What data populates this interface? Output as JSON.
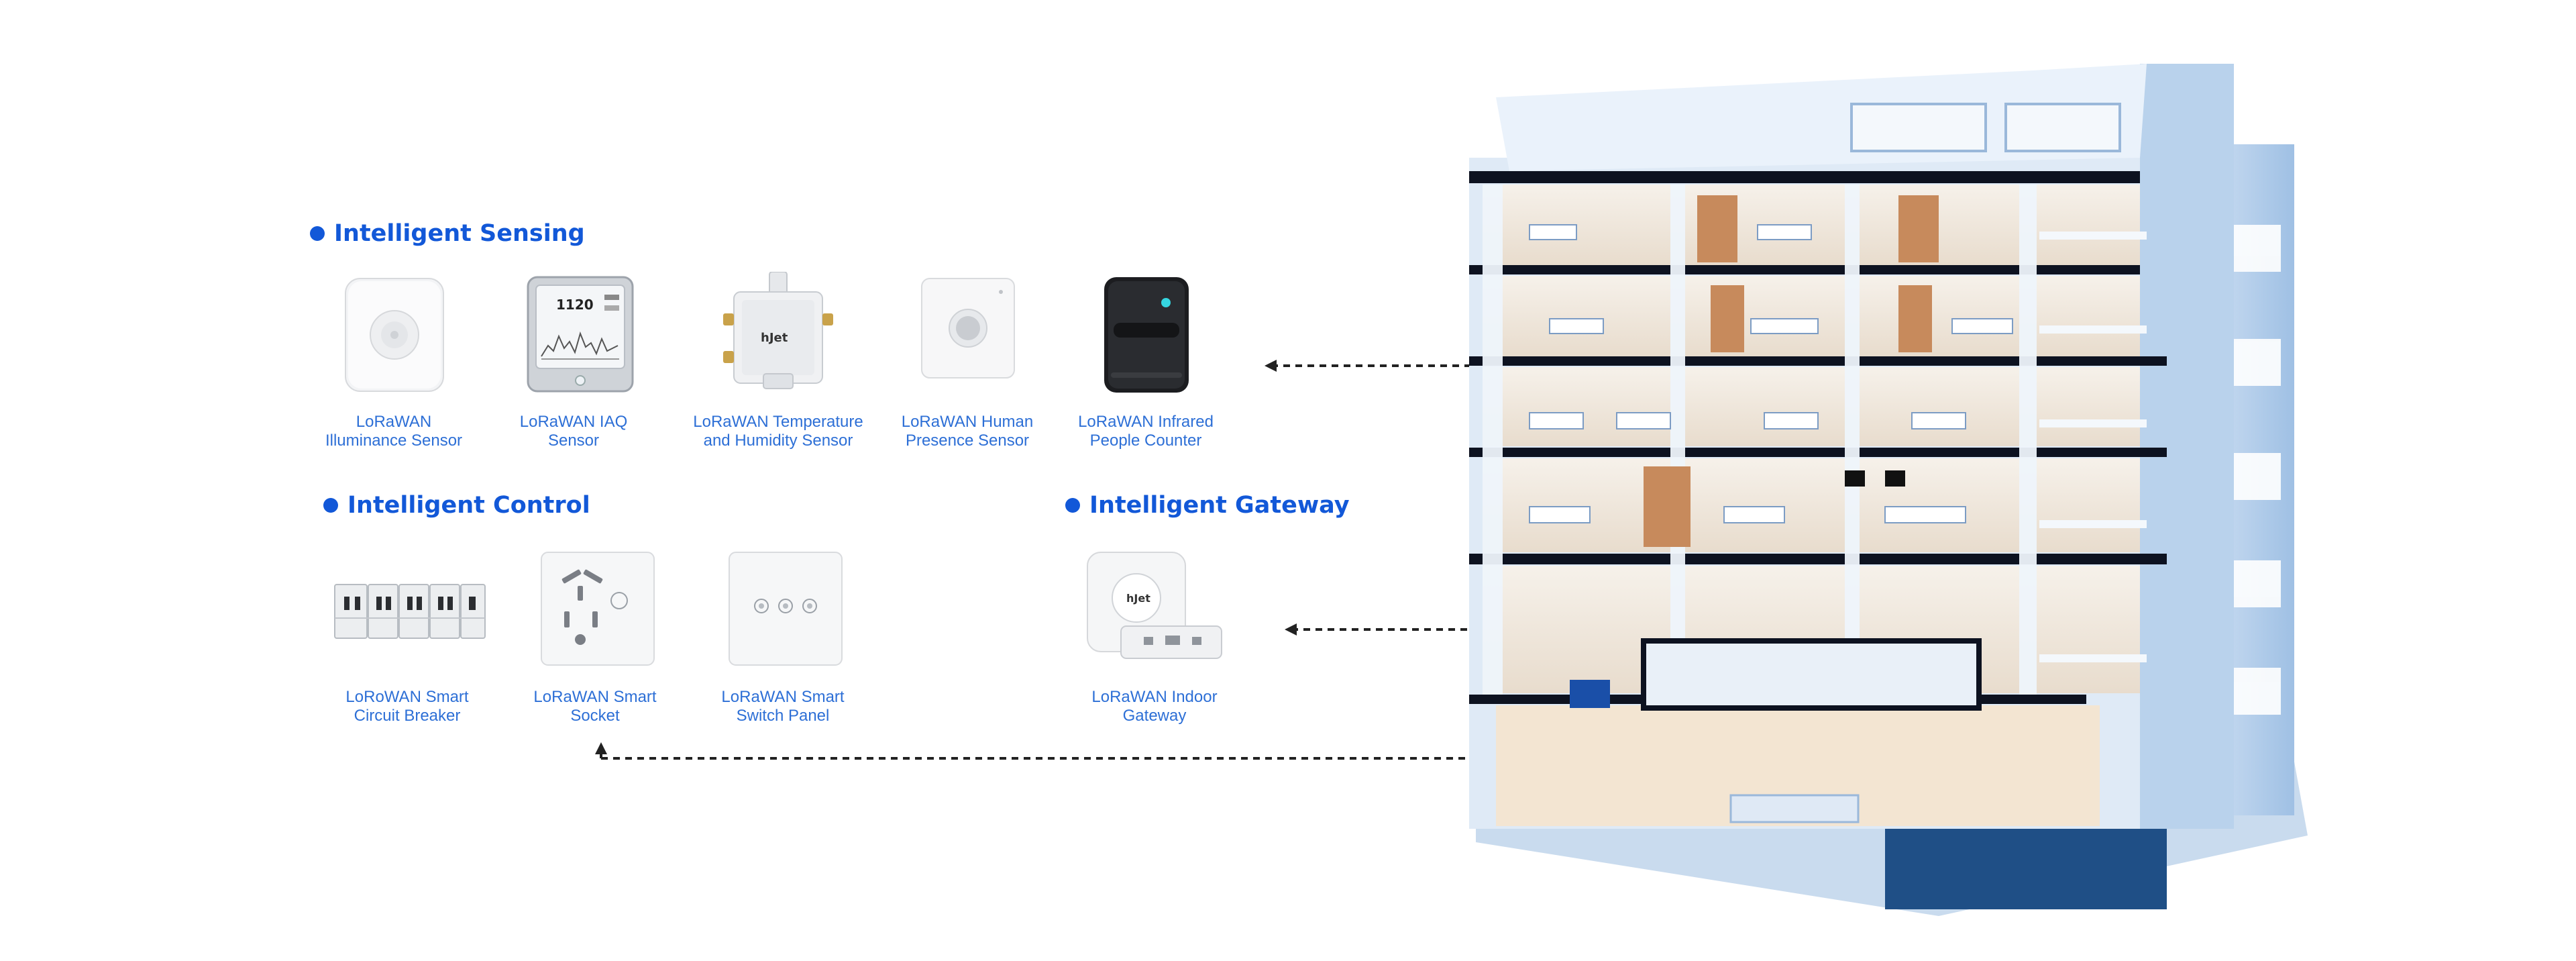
{
  "colors": {
    "accent": "#1258d8",
    "label": "#2d6fd6",
    "arrow": "#222222"
  },
  "sections": {
    "sensing": {
      "title": "Intelligent Sensing"
    },
    "control": {
      "title": "Intelligent Control"
    },
    "gateway": {
      "title": "Intelligent Gateway"
    }
  },
  "devices": {
    "illuminance": {
      "label": "LoRaWAN\nIlluminance Sensor",
      "icon": "illuminance-sensor-icon"
    },
    "iaq": {
      "label": "LoRaWAN IAQ\nSensor",
      "icon": "iaq-sensor-icon",
      "screen_value": "1120"
    },
    "temp_humidity": {
      "label": "LoRaWAN Temperature\nand Humidity Sensor",
      "icon": "temperature-humidity-sensor-icon",
      "brand": "hJet"
    },
    "presence": {
      "label": "LoRaWAN Human\nPresence Sensor",
      "icon": "presence-sensor-icon"
    },
    "people_counter": {
      "label": "LoRaWAN Infrared\nPeople Counter",
      "icon": "people-counter-icon"
    },
    "breaker": {
      "label": "LoRoWAN Smart\nCircuit Breaker",
      "icon": "circuit-breaker-icon"
    },
    "socket": {
      "label": "LoRaWAN Smart\nSocket",
      "icon": "smart-socket-icon"
    },
    "switch_panel": {
      "label": "LoRaWAN Smart\nSwitch Panel",
      "icon": "switch-panel-icon"
    },
    "gateway": {
      "label": "LoRaWAN Indoor\nGateway",
      "icon": "gateway-icon",
      "brand": "hJet"
    }
  },
  "building": {
    "icon": "office-building-cutaway-icon"
  }
}
